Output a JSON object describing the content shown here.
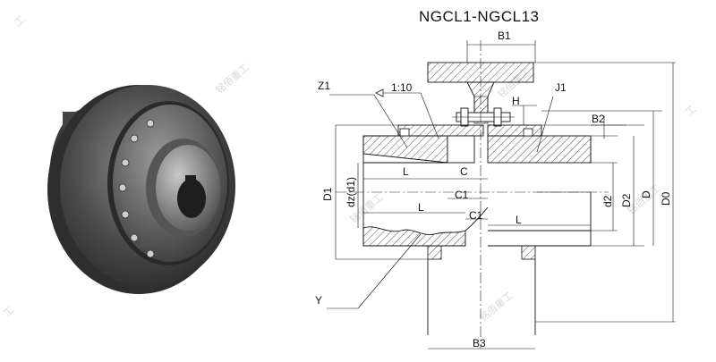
{
  "title": "NGCL1-NGCL13",
  "labels": {
    "b1": "B1",
    "b2": "B2",
    "b3": "B3",
    "z1": "Z1",
    "j1": "J1",
    "taper": "1:10",
    "h": "H",
    "l_top": "L",
    "c": "C",
    "c1_mid": "C1",
    "l_mid": "L",
    "c1_low": "C1",
    "l_right": "L",
    "d1": "D1",
    "dz": "dz(d1)",
    "d2": "d2",
    "d_big2": "D2",
    "d": "D",
    "d0": "D0",
    "y": "Y"
  },
  "watermark": "铭佰重工"
}
